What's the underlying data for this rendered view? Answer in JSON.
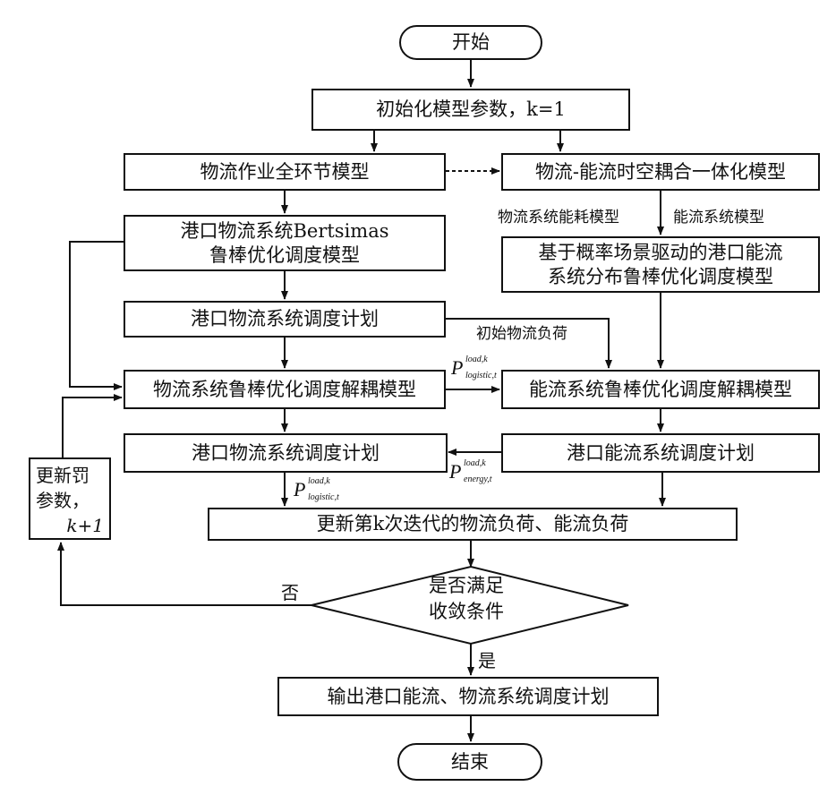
{
  "nodes": {
    "start": "开始",
    "init": "初始化模型参数，k=1",
    "logistics_full_model": "物流作业全环节模型",
    "coupling_model": "物流-能流时空耦合一体化模型",
    "energy_consumption_model": "物流系统能耗模型",
    "energy_system_model": "能流系统模型",
    "port_logistics_robust_line1": "港口物流系统Bertsimas",
    "port_logistics_robust_line2": "鲁棒优化调度模型",
    "energy_robust_line1": "基于概率场景驱动的港口能流",
    "energy_robust_line2": "系统分布鲁棒优化调度模型",
    "logistics_schedule_1": "港口物流系统调度计划",
    "initial_load": "初始物流负荷",
    "logistics_decoupled": "物流系统鲁棒优化调度解耦模型",
    "energy_decoupled": "能流系统鲁棒优化调度解耦模型",
    "logistics_schedule_2": "港口物流系统调度计划",
    "energy_schedule": "港口能流系统调度计划",
    "update_loads": "更新第k次迭代的物流负荷、能流负荷",
    "converge_line1": "是否满足",
    "converge_line2": "收敛条件",
    "no": "否",
    "yes": "是",
    "update_penalty_line1": "更新罚",
    "update_penalty_line2": "参数，",
    "update_penalty_line3": "k+1",
    "output": "输出港口能流、物流系统调度计划",
    "end": "结束"
  },
  "math": {
    "P": "P",
    "sup": "load,k",
    "sub_logistic": "logistic,t",
    "sub_energy": "energy,t"
  }
}
